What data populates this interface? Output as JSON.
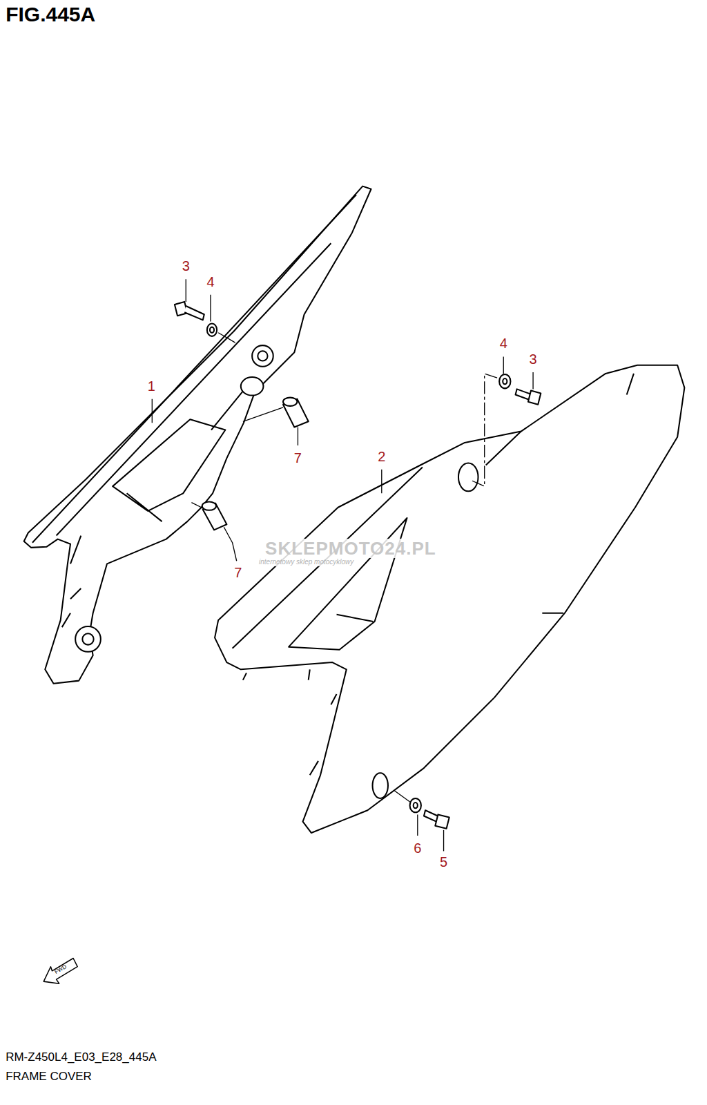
{
  "diagram": {
    "title": "FIG.445A",
    "caption": "FRAME COVER",
    "labels": [
      "3",
      "4",
      "1",
      "7",
      "7",
      "4",
      "3",
      "2",
      "6",
      "5",
      "SKLEPMOTO24.PL",
      "internetowy sklep motocyklowy",
      "FWD",
      "RM-Z450L4_E03_E28_445A"
    ]
  }
}
